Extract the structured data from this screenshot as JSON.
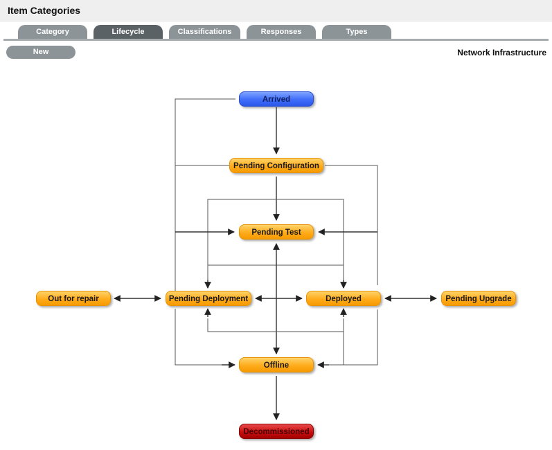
{
  "page": {
    "title": "Item Categories"
  },
  "tabs": [
    {
      "label": "Category",
      "active": false
    },
    {
      "label": "Lifecycle",
      "active": true
    },
    {
      "label": "Classifications",
      "active": false
    },
    {
      "label": "Responses",
      "active": false
    },
    {
      "label": "Types",
      "active": false
    }
  ],
  "toolbar": {
    "new_label": "New"
  },
  "category": {
    "name": "Network Infrastructure"
  },
  "colors": {
    "orange": "#ffac1c",
    "blue": "#3f6dfa",
    "red": "#c70f0f",
    "tab": "#8d9498",
    "tab_active": "#5b6266"
  },
  "diagram": {
    "nodes": {
      "arrived": "Arrived",
      "pending_configuration": "Pending Configuration",
      "pending_test": "Pending Test",
      "out_for_repair": "Out for repair",
      "pending_deployment": "Pending Deployment",
      "deployed": "Deployed",
      "pending_upgrade": "Pending Upgrade",
      "offline": "Offline",
      "decommissioned": "Decommissioned"
    }
  }
}
